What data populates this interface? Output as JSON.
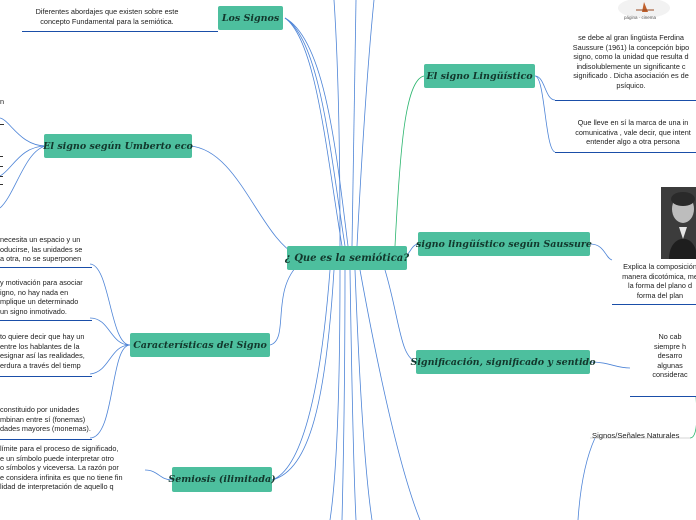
{
  "central": {
    "label": "¿ Que es la semiótica?"
  },
  "topics": {
    "signos": "Los Signos",
    "eco": "El signo según Umberto eco",
    "caracteristicas": "Características del Signo",
    "semiosis": "Semiosis (ilimitada)",
    "linguistico": "El signo Lingüístico",
    "saussure": "signo lingüístico según Saussure",
    "significacion": "Significación, significado y sentido"
  },
  "notes": {
    "signos_desc": [
      "Diferentes abordajes que existen sobre este",
      "concepto Fundamental para la semiótica."
    ],
    "eco_fragment": "n",
    "caract_1": [
      "necesita un espacio y un",
      "oducirse, las unidades se",
      "a otra, no se superponen"
    ],
    "caract_2": [
      "y motivación para asociar",
      "igno, no hay nada en",
      "mplique un determinado",
      "un signo inmotivado."
    ],
    "caract_3": [
      "to quiere decir que hay un",
      "entre los hablantes de la",
      "esignar así las realidades,",
      "erdura a través del tiemp"
    ],
    "caract_4": [
      "constituido por unidades",
      "mbinan entre sí (fonemas)",
      "dades mayores (monemas)."
    ],
    "semiosis_desc": [
      "límite para el proceso de significado,",
      "e un símbolo puede interpretar otro",
      "o símbolos y viceversa. La razón por",
      "e considera infinita es que no tiene fin",
      "lidad de interpretación de aquello q"
    ],
    "linguistico_1": [
      "se debe al gran lingüista Ferdina",
      "Saussure (1961) la concepción bipo",
      "signo, como la unidad que resulta d",
      "indisolublemente un significante c",
      "significado . Dicha asociación es de",
      "psíquico."
    ],
    "linguistico_2": [
      "Que lleve en sí la marca de una in",
      "comunicativa , vale decir, que intent",
      "entender algo a otra persona"
    ],
    "saussure_desc": [
      "Explica la composición",
      "manera dicotómica, me",
      "la forma del plano d",
      "forma del plan"
    ],
    "significacion_desc": [
      "No cab",
      "siempre h",
      "desarro",
      "algunas",
      "considerac"
    ],
    "senales": "Signos/Señales Naturales",
    "logo_caption": "página · cinema"
  }
}
